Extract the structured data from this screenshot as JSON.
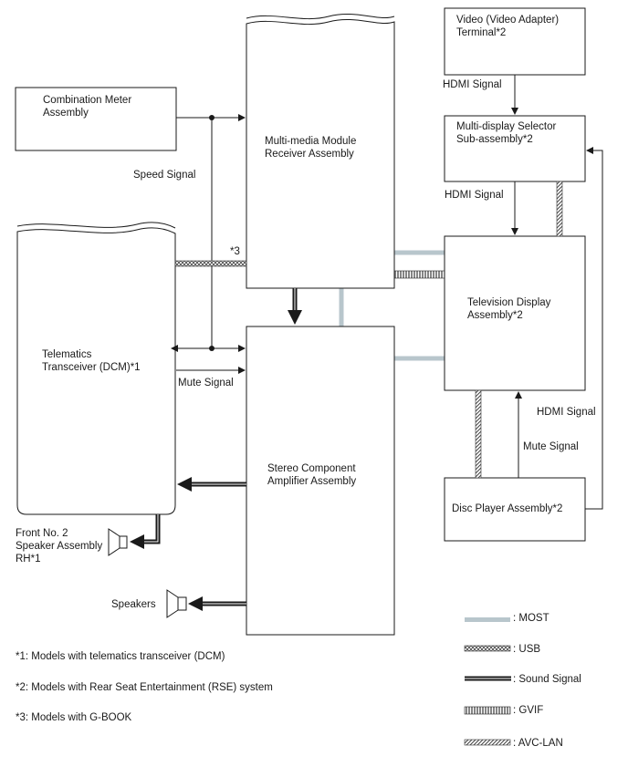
{
  "blocks": {
    "combination_meter": "Combination Meter\nAssembly",
    "multimedia_module": "Multi-media Module\nReceiver Assembly",
    "video_terminal": "Video (Video Adapter)\nTerminal*2",
    "multi_display_selector": "Multi-display Selector\nSub-assembly*2",
    "telematics": "Telematics\nTransceiver (DCM)*1",
    "tv_display": "Television Display\nAssembly*2",
    "stereo_amp": "Stereo Component\nAmplifier Assembly",
    "disc_player": "Disc Player Assembly*2",
    "front_speaker": "Front No. 2\nSpeaker Assembly\nRH*1",
    "speakers": "Speakers"
  },
  "signals": {
    "speed": "Speed Signal",
    "star3": "*3",
    "mute_left": "Mute Signal",
    "hdmi_top": "HDMI Signal",
    "hdmi_mid": "HDMI Signal",
    "hdmi_right": "HDMI Signal",
    "mute_right": "Mute Signal"
  },
  "legend": [
    {
      "style": "most",
      "label": ": MOST"
    },
    {
      "style": "usb",
      "label": ": USB"
    },
    {
      "style": "sound",
      "label": ": Sound Signal"
    },
    {
      "style": "gvif",
      "label": ": GVIF"
    },
    {
      "style": "avclan",
      "label": ": AVC-LAN"
    }
  ],
  "footnotes": [
    "*1: Models with telematics transceiver (DCM)",
    "*2: Models with Rear Seat Entertainment (RSE) system",
    "*3: Models with G-BOOK"
  ],
  "colors": {
    "most": "#b8c6cc",
    "line": "#1a1a1a"
  }
}
